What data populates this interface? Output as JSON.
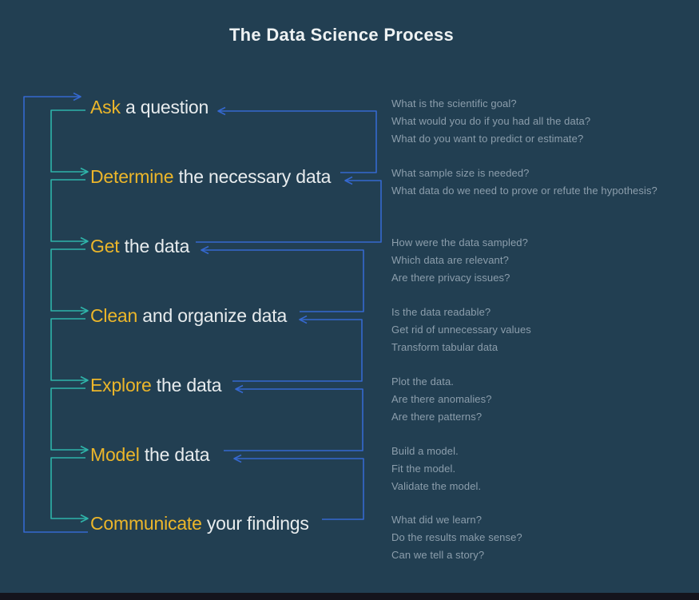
{
  "title": "The Data Science Process",
  "colors": {
    "background": "#223F52",
    "bottom_bar": "#14141C",
    "keyword": "#ECB62A",
    "step_text": "#E8ECEE",
    "note_text": "#8C9EAC",
    "forward_arrow": "#2EB4A9",
    "feedback_arrow": "#3568D0"
  },
  "steps": [
    {
      "keyword": "Ask",
      "rest": " a question",
      "notes": [
        "What is the scientific goal?",
        "What would you do if you had all the data?",
        "What do you want to predict or estimate?"
      ]
    },
    {
      "keyword": "Determine",
      "rest": " the necessary data",
      "notes": [
        "What sample size is needed?",
        "What data do we need to prove or refute the hypothesis?"
      ]
    },
    {
      "keyword": "Get",
      "rest": " the data",
      "notes": [
        "How were the data sampled?",
        "Which data are relevant?",
        "Are there privacy issues?"
      ]
    },
    {
      "keyword": "Clean",
      "rest": " and organize data",
      "notes": [
        "Is the data readable?",
        "Get rid of unnecessary values",
        "Transform tabular data"
      ]
    },
    {
      "keyword": "Explore",
      "rest": " the data",
      "notes": [
        "Plot the data.",
        "Are there anomalies?",
        "Are there patterns?"
      ]
    },
    {
      "keyword": "Model",
      "rest": " the data",
      "notes": [
        "Build a model.",
        "Fit the model.",
        "Validate the model."
      ]
    },
    {
      "keyword": "Communicate",
      "rest": " your findings",
      "notes": [
        "What did we learn?",
        "Do the results make sense?",
        "Can we tell a story?"
      ]
    }
  ]
}
